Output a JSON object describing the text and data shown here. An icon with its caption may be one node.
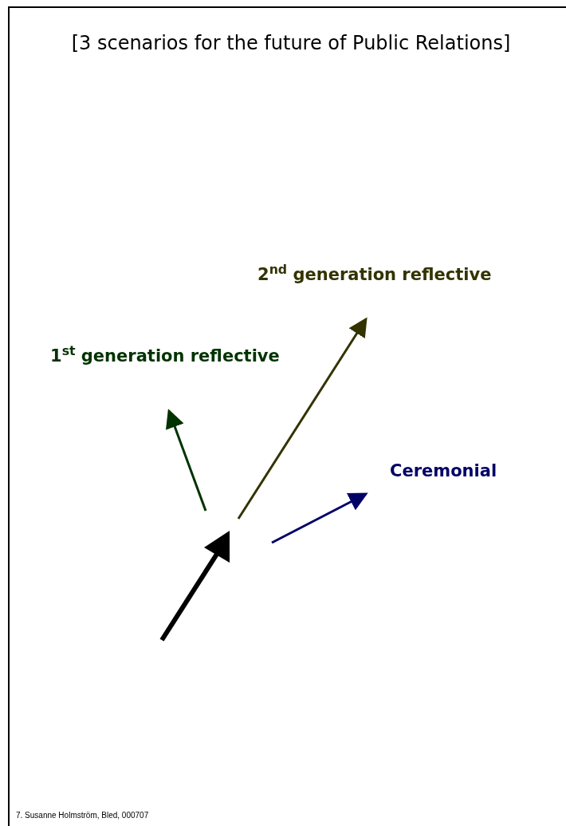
{
  "diagram": {
    "title": "[3 scenarios for the future of Public Relations]",
    "nodes": [
      {
        "text": [
          "1$^{st}$ generation reflective"
        ]
      },
      {
        "text": [
          "2$^{nd}$ generation reflective"
        ]
      },
      {
        "text": [
          "Ceremonial"
        ]
      }
    ],
    "edges": [
      {
        "from": null,
        "to": 0,
        "arrow": "to",
        "color": "#003300"
      },
      {
        "from": null,
        "to": 1,
        "arrow": "to",
        "color": "#333300"
      },
      {
        "from": null,
        "to": 2,
        "arrow": "to",
        "color": "#000066"
      }
    ],
    "labels": [
      "7. Susanne Holmström, Bled, 000707"
    ]
  }
}
